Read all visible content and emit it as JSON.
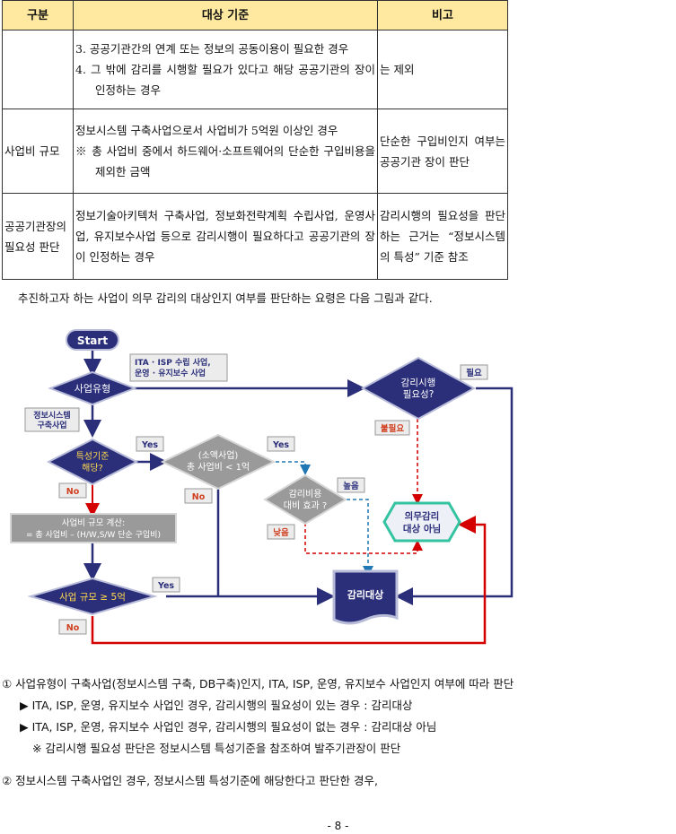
{
  "table": {
    "headers": [
      "구분",
      "대상 기준",
      "비고"
    ],
    "row1": {
      "col1": "",
      "items": [
        "3. 공공기관간의 연계 또는 정보의 공동이용이 필요한 경우",
        "4. 그 밖에 감리를 시행할 필요가 있다고 해당 공공기관의 장이 인정하는 경우"
      ],
      "note": "는 제외"
    },
    "row2": {
      "col1": "사업비 규모",
      "main": "정보시스템 구축사업으로서 사업비가 5억원 이상인 경우",
      "sub": "※ 총 사업비 중에서 하드웨어·소프트웨어의 단순한 구입비용을 제외한 금액",
      "note": "단순한 구입비인지 여부는 공공기관 장이 판단"
    },
    "row3": {
      "col1": "공공기관장의 필요성 판단",
      "main": "정보기술아키텍처 구축사업, 정보화전략계획 수립사업, 운영사업, 유지보수사업 등으로 감리시행이 필요하다고 공공기관의 장이 인정하는 경우",
      "note": "감리시행의 필요성을 판단하는 근거는 “정보시스템의 특성” 기준 참조"
    }
  },
  "intro": "추진하고자 하는 사업이 의무 감리의 대상인지 여부를 판단하는 요령은 다음 그림과 같다.",
  "flowchart": {
    "start": "Start",
    "project_type": "사업유형",
    "ita_label": [
      "ITA · ISP 수립 사업,",
      "운영 · 유지보수 사업"
    ],
    "need_audit": [
      "감리시행",
      "필요성?"
    ],
    "needed": "필요",
    "not_needed": "불필요",
    "is_build": [
      "정보시스템",
      "구축사업"
    ],
    "special_criteria": [
      "특성기준",
      "해당?"
    ],
    "yes": "Yes",
    "no": "No",
    "small_project": [
      "(소액사업)",
      "총 사업비 < 1억"
    ],
    "cost_effect": [
      "감리비용",
      "대비 효과 ?"
    ],
    "high": "높음",
    "low": "낮음",
    "not_mandatory": [
      "의무감리",
      "대상 아님"
    ],
    "calc": [
      "사업비 규모 계산:",
      "= 총 사업비 – (H/W,S/W 단순 구입비)"
    ],
    "size_check": "사업 규모 ≥ 5억",
    "audit_target": "감리대상"
  },
  "body": {
    "item1": "① 사업유형이 구축사업(정보시스템 구축, DB구축)인지, ITA, ISP, 운영, 유지보수 사업인지 여부에 따라 판단",
    "bullet1": "▶ ITA, ISP, 운영, 유지보수 사업인 경우, 감리시행의 필요성이 있는 경우 : 감리대상",
    "bullet2": "▶ ITA, ISP, 운영, 유지보수 사업인 경우, 감리시행의 필요성이 없는 경우 : 감리대상 아님",
    "note": "※ 감리시행 필요성 판단은 정보시스템 특성기준을 참조하여 발주기관장이 판단",
    "item2": "② 정보시스템 구축사업인 경우, 정보시스템 특성기준에 해당한다고 판단한 경우,"
  },
  "page_number": "- 8 -",
  "colors": {
    "navy": "#2b2f7a",
    "header_bg": "#ffe9a0",
    "red": "#d40000",
    "gray": "#9a9a9a",
    "no_red": "#d04020"
  }
}
